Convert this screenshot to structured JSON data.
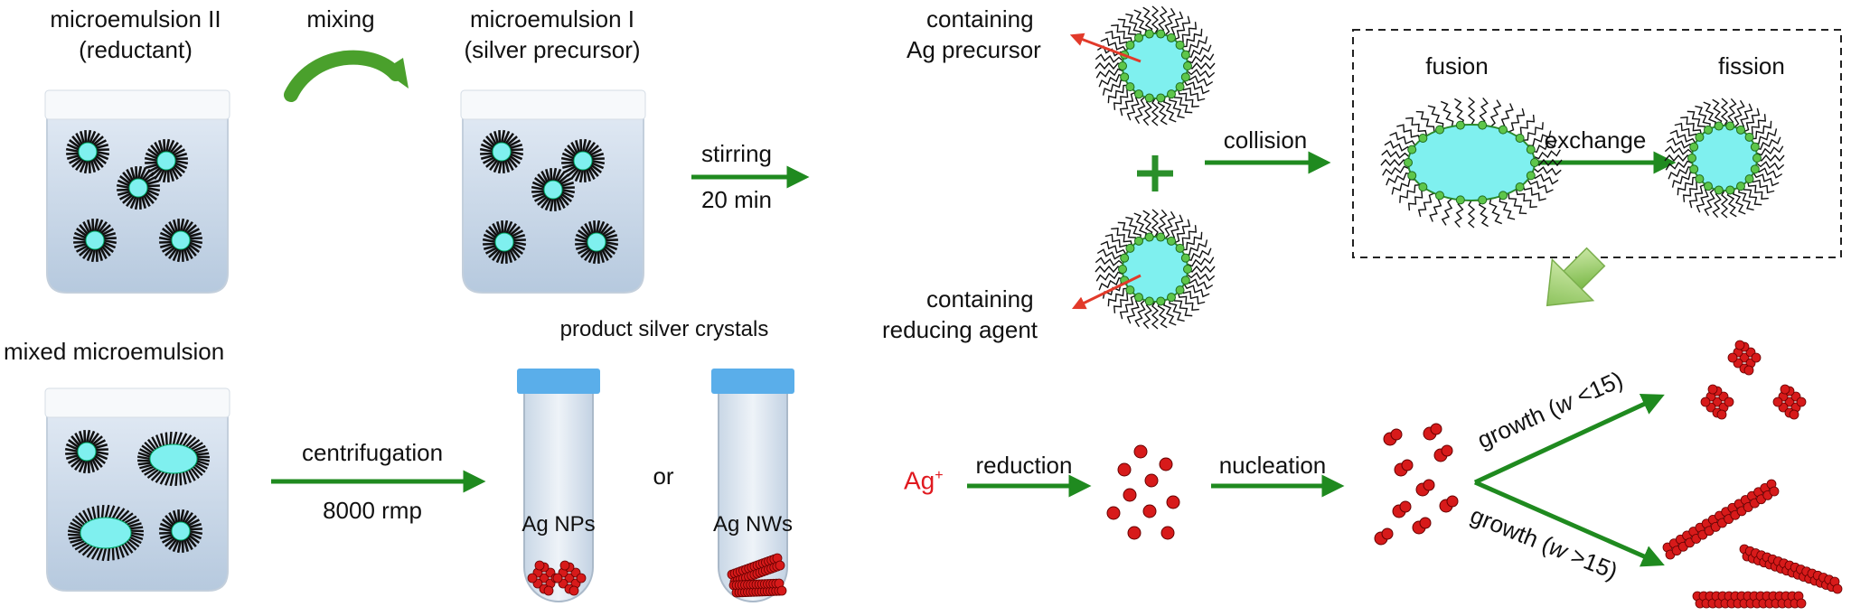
{
  "labels": {
    "microemulsion_ii": "microemulsion II",
    "reductant": "(reductant)",
    "mixing": "mixing",
    "microemulsion_i": "microemulsion I",
    "silver_precursor": "(silver precursor)",
    "stirring": "stirring",
    "stir_time": "20 min",
    "containing_top_1": "containing",
    "containing_top_2": "Ag precursor",
    "containing_bottom_1": "containing",
    "containing_bottom_2": "reducing agent",
    "collision": "collision",
    "fusion": "fusion",
    "exchange": "exchange",
    "fission": "fission",
    "mixed_microemulsion": "mixed microemulsion",
    "centrifugation": "centrifugation",
    "speed": "8000 rmp",
    "product_crystals": "product silver crystals",
    "or": "or",
    "ag_nps": "Ag NPs",
    "ag_nws": "Ag NWs",
    "ag_ion_base": "Ag",
    "ag_ion_charge": "+",
    "reduction": "reduction",
    "nucleation": "nucleation",
    "growth_low_pre": "growth (",
    "growth_low_w": "w",
    "growth_low_post": " <15)",
    "growth_high_pre": "growth (",
    "growth_high_w": "w",
    "growth_high_post": " >15)"
  },
  "colors": {
    "arrow_green": "#1f8a1f",
    "droplet_cyan": "#7ff0ef",
    "surfactant_bead": "#5ec64a",
    "silver_red": "#d71a1a",
    "tube_cap": "#5aaeea",
    "ion_red": "#e0191f",
    "transfer_arrow": "#e23a2a",
    "big_arrow_green": "#9ccf6a"
  }
}
